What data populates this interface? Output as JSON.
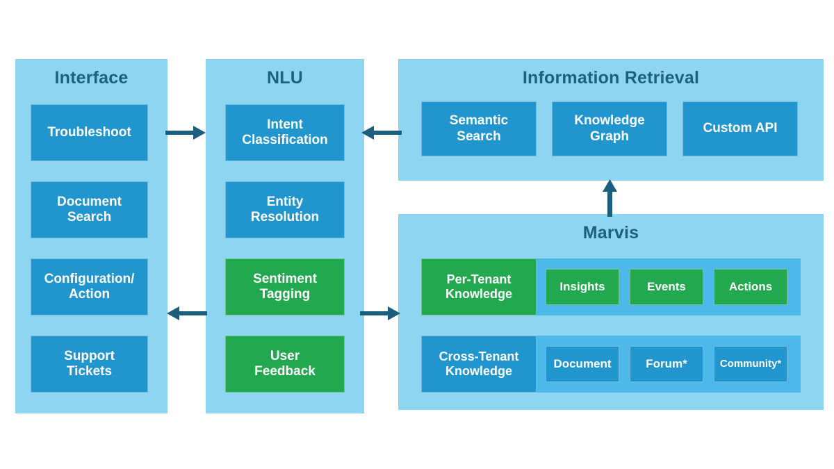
{
  "diagram": {
    "title_color": "#1F6080",
    "panel_color": "#8ED5F2",
    "blue_color": "#2196CE",
    "green_color": "#22A84E",
    "band_color": "#4DB8EA",
    "arrow_color": "#1B5E7E"
  },
  "interface": {
    "title": "Interface",
    "items": [
      {
        "label": "Troubleshoot",
        "color": "blue"
      },
      {
        "label": "Document\nSearch",
        "color": "blue"
      },
      {
        "label": "Configuration/\nAction",
        "color": "blue"
      },
      {
        "label": "Support\nTickets",
        "color": "blue"
      }
    ]
  },
  "nlu": {
    "title": "NLU",
    "items": [
      {
        "label": "Intent\nClassification",
        "color": "blue"
      },
      {
        "label": "Entity\nResolution",
        "color": "blue"
      },
      {
        "label": "Sentiment\nTagging",
        "color": "green"
      },
      {
        "label": "User\nFeedback",
        "color": "green"
      }
    ]
  },
  "information_retrieval": {
    "title": "Information Retrieval",
    "items": [
      {
        "label": "Semantic\nSearch",
        "color": "blue"
      },
      {
        "label": "Knowledge\nGraph",
        "color": "blue"
      },
      {
        "label": "Custom API",
        "color": "blue"
      }
    ]
  },
  "marvis": {
    "title": "Marvis",
    "rows": [
      {
        "label": "Per-Tenant\nKnowledge",
        "color": "green",
        "items": [
          {
            "label": "Insights",
            "color": "green"
          },
          {
            "label": "Events",
            "color": "green"
          },
          {
            "label": "Actions",
            "color": "green"
          }
        ]
      },
      {
        "label": "Cross-Tenant\nKnowledge",
        "color": "blue",
        "items": [
          {
            "label": "Document",
            "color": "blue"
          },
          {
            "label": "Forum*",
            "color": "blue"
          },
          {
            "label": "Community*",
            "color": "blue"
          }
        ]
      }
    ]
  },
  "arrows": [
    {
      "name": "interface-to-nlu",
      "direction": "right"
    },
    {
      "name": "information-retrieval-to-nlu",
      "direction": "left"
    },
    {
      "name": "nlu-to-interface",
      "direction": "left"
    },
    {
      "name": "nlu-to-marvis",
      "direction": "right"
    },
    {
      "name": "marvis-to-information-retrieval",
      "direction": "up"
    }
  ]
}
